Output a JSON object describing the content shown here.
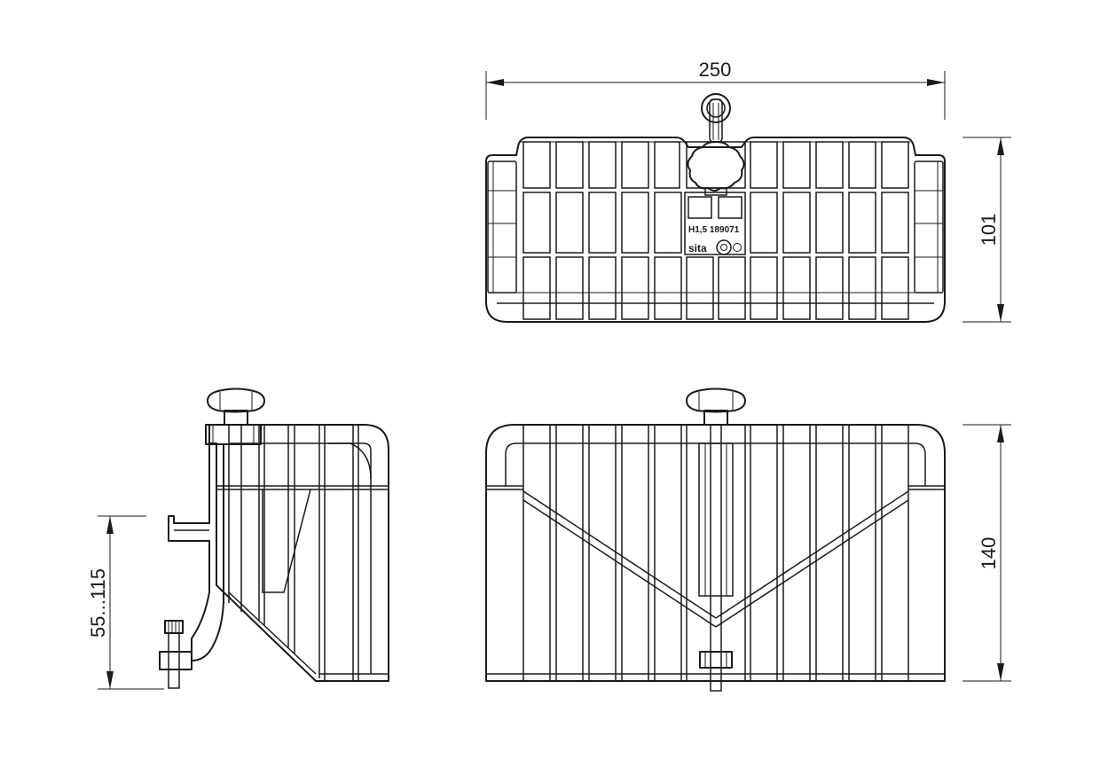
{
  "dimensions": {
    "width_top": "250",
    "depth_top": "101",
    "height_front": "140",
    "adjust_range": "55...115"
  },
  "part_marking": {
    "line1": "H1,5  189071",
    "brand": "sita"
  },
  "colors": {
    "line": "#1a1a1a",
    "background": "#ffffff"
  }
}
